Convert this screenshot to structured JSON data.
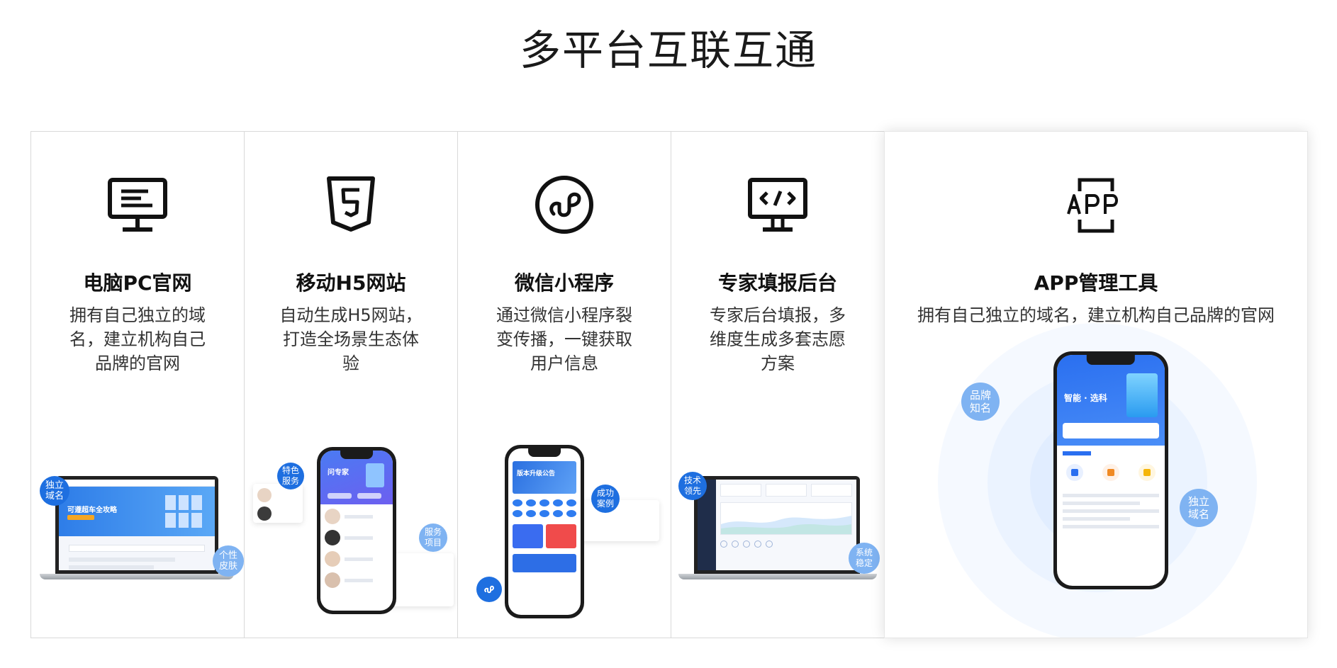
{
  "page": {
    "title": "多平台互联互通"
  },
  "cards": [
    {
      "title": "电脑PC官网",
      "desc": "拥有自己独立的域名，建立机构自己品牌的官网",
      "icon": "monitor-icon",
      "badges": [
        "独立域名",
        "个性皮肤"
      ],
      "mock": {
        "banner": "可遵超车全攻略"
      }
    },
    {
      "title": "移动H5网站",
      "desc": "自动生成H5网站，打造全场景生态体验",
      "icon": "html5-icon",
      "badges": [
        "特色服务",
        "服务项目"
      ],
      "mock": {
        "header": "问专家"
      }
    },
    {
      "title": "微信小程序",
      "desc": "通过微信小程序裂变传播，一键获取用户信息",
      "icon": "mini-program-icon",
      "badges": [
        "成功案例"
      ],
      "mock": {
        "banner": "版本升级公告"
      }
    },
    {
      "title": "专家填报后台",
      "desc": "专家后台填报，多维度生成多套志愿方案",
      "icon": "code-monitor-icon",
      "badges": [
        "技术领先",
        "系统稳定"
      ]
    },
    {
      "title": "APP管理工具",
      "desc": "拥有自己独立的域名，建立机构自己品牌的官网",
      "icon": "app-icon",
      "badges": [
        "品牌知名",
        "独立域名"
      ],
      "mock": {
        "header": "智能 · 选科"
      }
    }
  ],
  "colors": {
    "accent": "#1e6fe0",
    "accent_light": "#7fb3f2",
    "border": "#d9d9d9"
  }
}
